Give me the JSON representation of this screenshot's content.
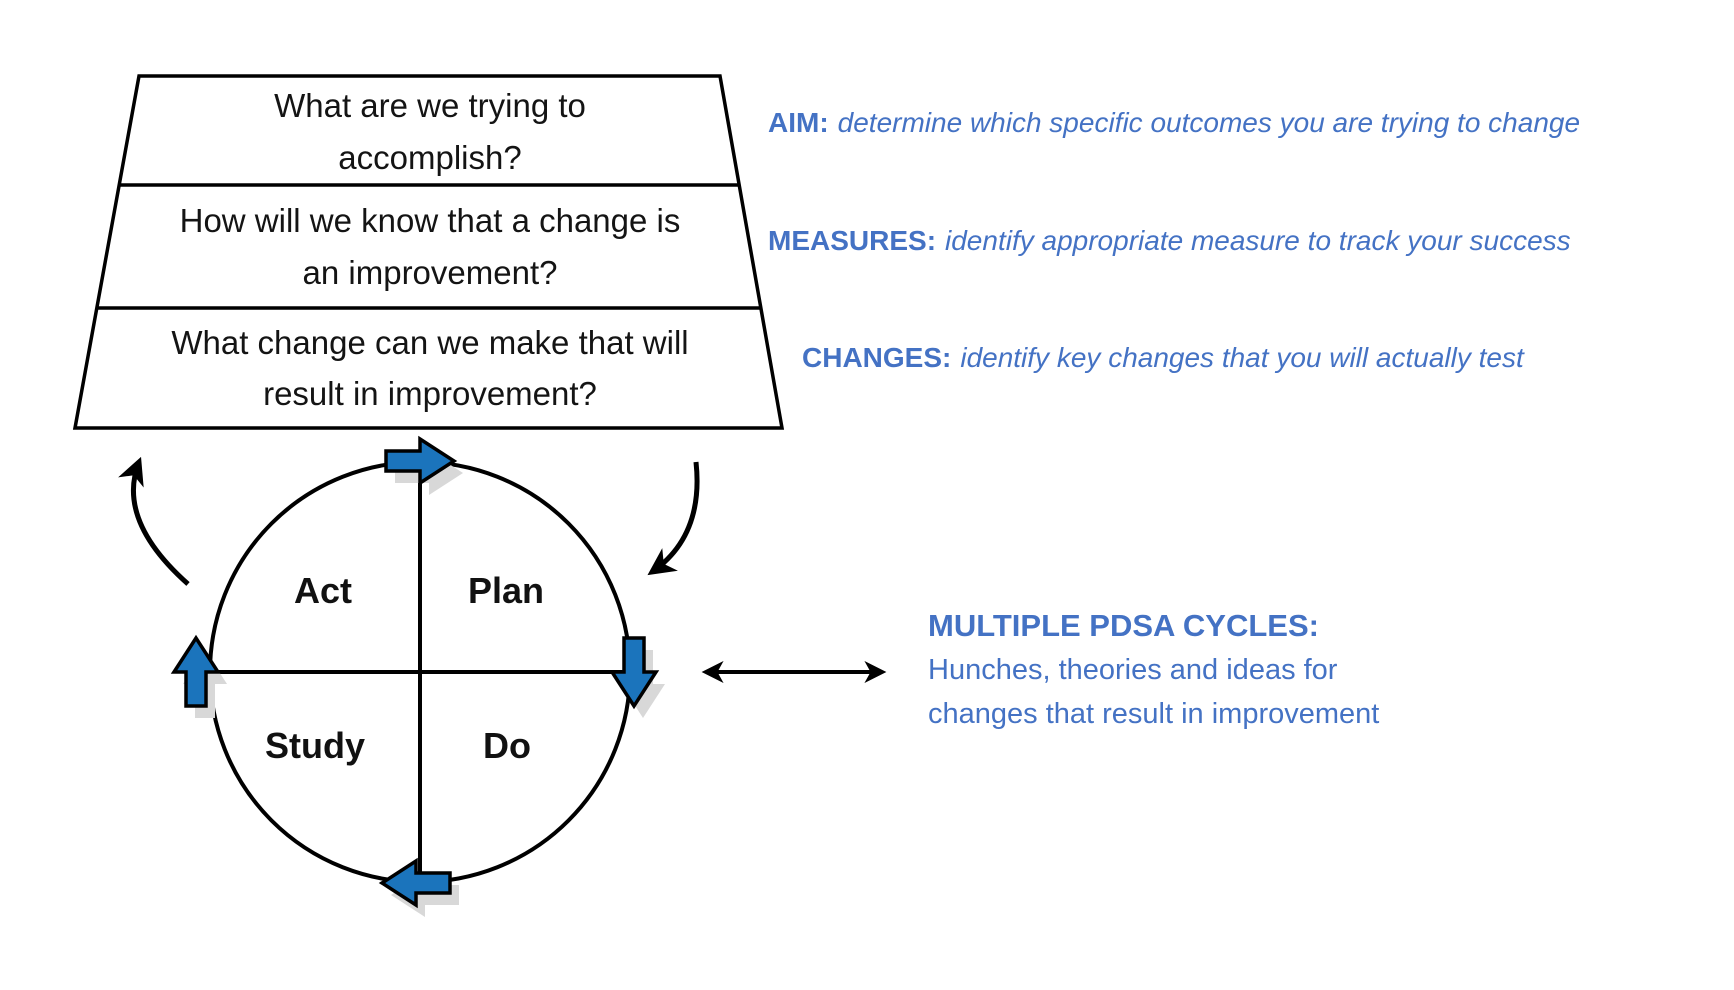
{
  "colors": {
    "annotation_blue": "#4472c4",
    "arrow_blue": "#1b74bc",
    "arrow_shadow_gray": "#d8d8d8",
    "outline_black": "#000000",
    "background": "#ffffff"
  },
  "funnel": {
    "rows": [
      {
        "line1": "What are we trying to",
        "line2": "accomplish?"
      },
      {
        "line1": "How will we know that a change is",
        "line2": "an improvement?"
      },
      {
        "line1": "What change can we make that will",
        "line2": "result in improvement?"
      }
    ]
  },
  "annotations": [
    {
      "label": "AIM:",
      "description": "determine which specific outcomes you are trying to change"
    },
    {
      "label": "MEASURES:",
      "description": "identify appropriate measure to track your success"
    },
    {
      "label": "CHANGES:",
      "description": "identify key changes that you will actually test"
    }
  ],
  "cycle": {
    "quadrants": [
      {
        "label": "Act"
      },
      {
        "label": "Plan"
      },
      {
        "label": "Study"
      },
      {
        "label": "Do"
      }
    ],
    "icons": {
      "top": "block-arrow-right-icon",
      "right": "block-arrow-down-icon",
      "bottom": "block-arrow-left-icon",
      "left": "block-arrow-up-icon",
      "left_curve": "curved-arrow-up-icon",
      "right_curve": "curved-arrow-down-icon",
      "connector": "double-headed-arrow-icon"
    }
  },
  "pdsa_note": {
    "title": "MULTIPLE PDSA CYCLES:",
    "line1": "Hunches, theories and ideas for",
    "line2": "changes that result in improvement"
  }
}
